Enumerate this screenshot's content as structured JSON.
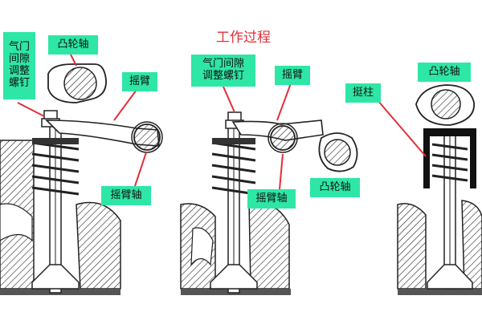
{
  "title": "工作过程",
  "panel1": {
    "adjust_screw": "气门\n间隙\n调整\n螺钉",
    "camshaft": "凸轮轴",
    "rocker_arm": "摇臂",
    "rocker_shaft": "摇臂轴"
  },
  "panel2": {
    "adjust_screw": "气门间隙\n调整螺钉",
    "rocker_arm": "摇臂",
    "rocker_shaft": "摇臂轴",
    "camshaft": "凸轮轴"
  },
  "panel3": {
    "camshaft": "凸轮轴",
    "tappet": "挺柱"
  },
  "colors": {
    "label_bg": "#2ee6a5",
    "leader_line": "#e0303a",
    "title": "#e0303a"
  }
}
